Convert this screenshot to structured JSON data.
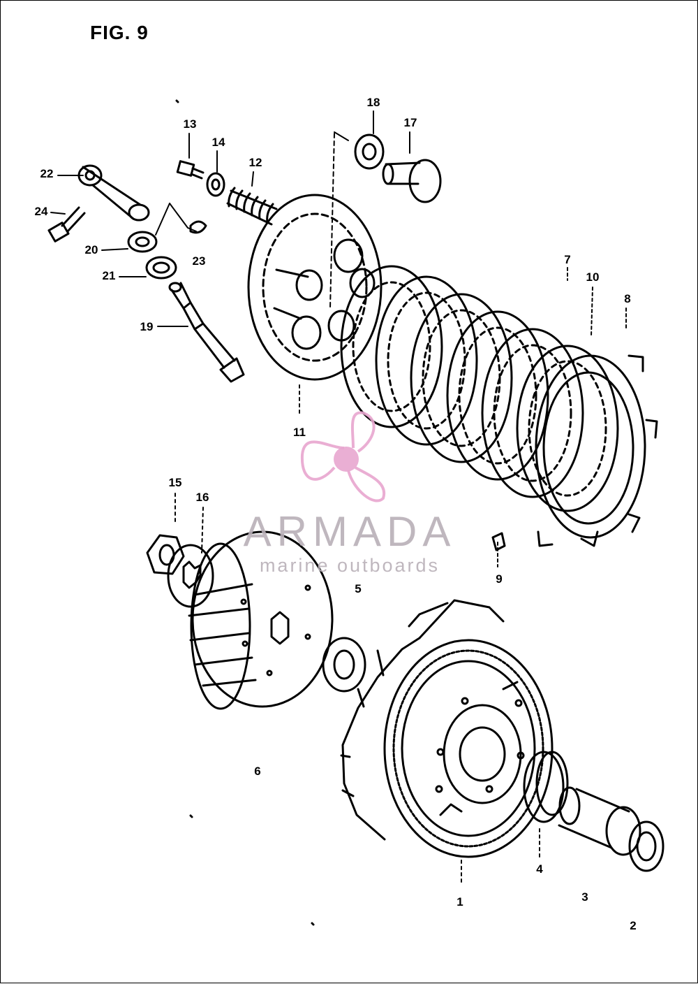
{
  "figure": {
    "title": "FIG. 9"
  },
  "watermark": {
    "brand": "ARMADA",
    "tagline": "marine outboards",
    "icon": "propeller-logo-icon",
    "accent_color": "#e8a6cf",
    "text_color": "#b9b0b8"
  },
  "callouts": {
    "c1": "1",
    "c2": "2",
    "c3": "3",
    "c4": "4",
    "c5": "5",
    "c6": "6",
    "c7": "7",
    "c8": "8",
    "c9": "9",
    "c10": "10",
    "c11": "11",
    "c12": "12",
    "c13": "13",
    "c14": "14",
    "c15": "15",
    "c16": "16",
    "c17": "17",
    "c18": "18",
    "c19": "19",
    "c20": "20",
    "c21": "21",
    "c22": "22",
    "c23": "23",
    "c24": "24"
  }
}
